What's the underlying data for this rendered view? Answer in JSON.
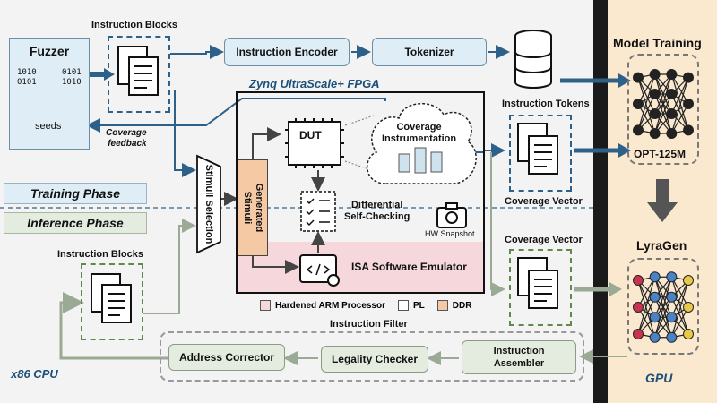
{
  "fuzzer": {
    "title": "Fuzzer",
    "seeds_label": "seeds",
    "bits_a": "1010\n0101",
    "bits_b": "0101\n1010"
  },
  "instruction_blocks_top": "Instruction Blocks",
  "instruction_blocks_bottom": "Instruction Blocks",
  "instruction_encoder": "Instruction Encoder",
  "tokenizer": "Tokenizer",
  "instruction_tokens": "Instruction Tokens",
  "coverage_feedback": "Coverage\nfeedback",
  "fpga_title": "Zynq UltraScale+ FPGA",
  "dut": "DUT",
  "coverage_instrumentation": "Coverage\nInstrumentation",
  "coverage_vector_top": "Coverage Vector",
  "coverage_vector_bottom": "Coverage Vector",
  "stimuli_selection": "Stimuli Selection",
  "generated_stimuli": "Generated\nStimuli",
  "differential_self_checking": "Differential\nSelf-Checking",
  "hw_snapshot": "HW Snapshot",
  "isa_emulator": "ISA Software Emulator",
  "training_phase": "Training Phase",
  "inference_phase": "Inference Phase",
  "legend": {
    "arm": "Hardened ARM Processor",
    "pl": "PL",
    "ddr": "DDR"
  },
  "instruction_filter": "Instruction Filter",
  "address_corrector": "Address Corrector",
  "legality_checker": "Legality Checker",
  "instruction_assembler": "Instruction\nAssembler",
  "x86_cpu": "x86 CPU",
  "model_training": "Model Training",
  "opt_model": "OPT-125M",
  "lyragen": "LyraGen",
  "gpu": "GPU",
  "colors": {
    "dark_blue_arrow": "#2e6189",
    "green_arrow": "#9aaa95",
    "arm_pink": "#f6d7dc",
    "ddr_orange": "#f4c9a4",
    "right_panel": "#fbe9cf"
  }
}
